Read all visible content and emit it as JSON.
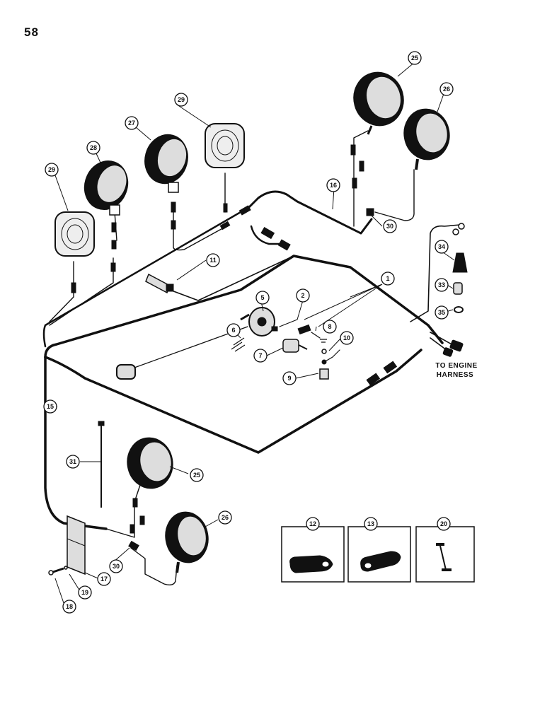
{
  "page": {
    "number": "58"
  },
  "note": {
    "line1": "TO ENGINE",
    "line2": "HARNESS"
  },
  "colors": {
    "ink": "#111111",
    "paper": "#ffffff",
    "lens": "#eeeeee"
  },
  "callouts": [
    "1",
    "2",
    "5",
    "6",
    "7",
    "8",
    "9",
    "10",
    "11",
    "12",
    "13",
    "15",
    "16",
    "17",
    "18",
    "19",
    "20",
    "25",
    "25",
    "26",
    "26",
    "27",
    "28",
    "29",
    "29",
    "30",
    "30",
    "31",
    "33",
    "34",
    "35"
  ]
}
